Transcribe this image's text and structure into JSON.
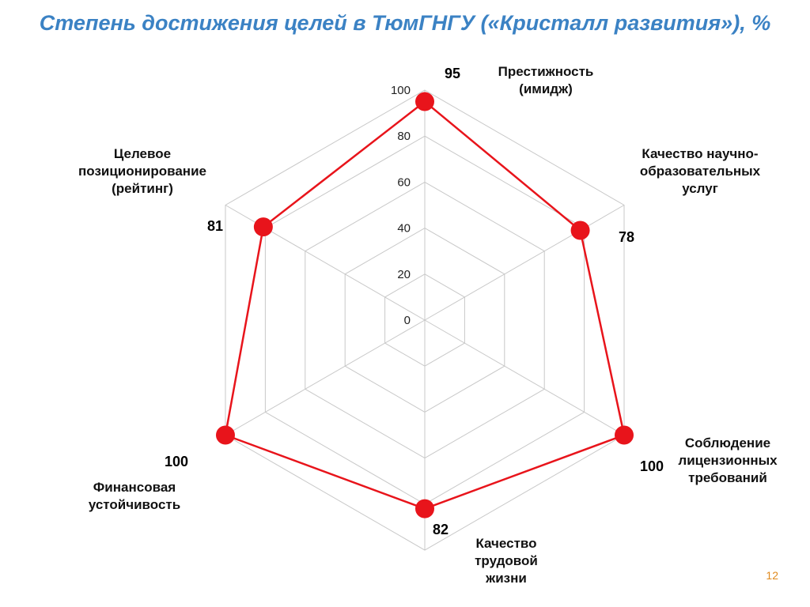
{
  "title": "Степень достижения целей в ТюмГНГУ («Кристалл развития»), %",
  "page_number": "12",
  "chart_data": {
    "type": "radar",
    "title": "Степень достижения целей в ТюмГНГУ («Кристалл развития»), %",
    "axes": [
      {
        "name": "Престижность (имидж)",
        "value": 95
      },
      {
        "name": "Качество научно-образовательных услуг",
        "value": 78
      },
      {
        "name": "Соблюдение лицензионных требований",
        "value": 100
      },
      {
        "name": "Качество трудовой жизни",
        "value": 82
      },
      {
        "name": "Финансовая устойчивость",
        "value": 100
      },
      {
        "name": "Целевое позиционирование (рейтинг)",
        "value": 81
      }
    ],
    "value_labels": [
      "95",
      "78",
      "100",
      "82",
      "100",
      "81"
    ],
    "ticks": [
      0,
      20,
      40,
      60,
      80,
      100
    ],
    "tick_labels": [
      "0",
      "20",
      "40",
      "60",
      "80",
      "100"
    ],
    "range": [
      0,
      100
    ],
    "grid": true,
    "series_color": "#e8141b",
    "grid_color": "#c8c8c8"
  },
  "axis_labels": {
    "prestige": [
      "Престижность",
      "(имидж)"
    ],
    "quality_edu": [
      "Качество научно-",
      "образовательных",
      "услуг"
    ],
    "license": [
      "Соблюдение",
      "лицензионных",
      "требований"
    ],
    "work_life": [
      "Качество",
      "трудовой",
      "жизни"
    ],
    "finance": [
      "Финансовая",
      "устойчивость"
    ],
    "positioning": [
      "Целевое",
      "позиционирование",
      "(рейтинг)"
    ]
  }
}
